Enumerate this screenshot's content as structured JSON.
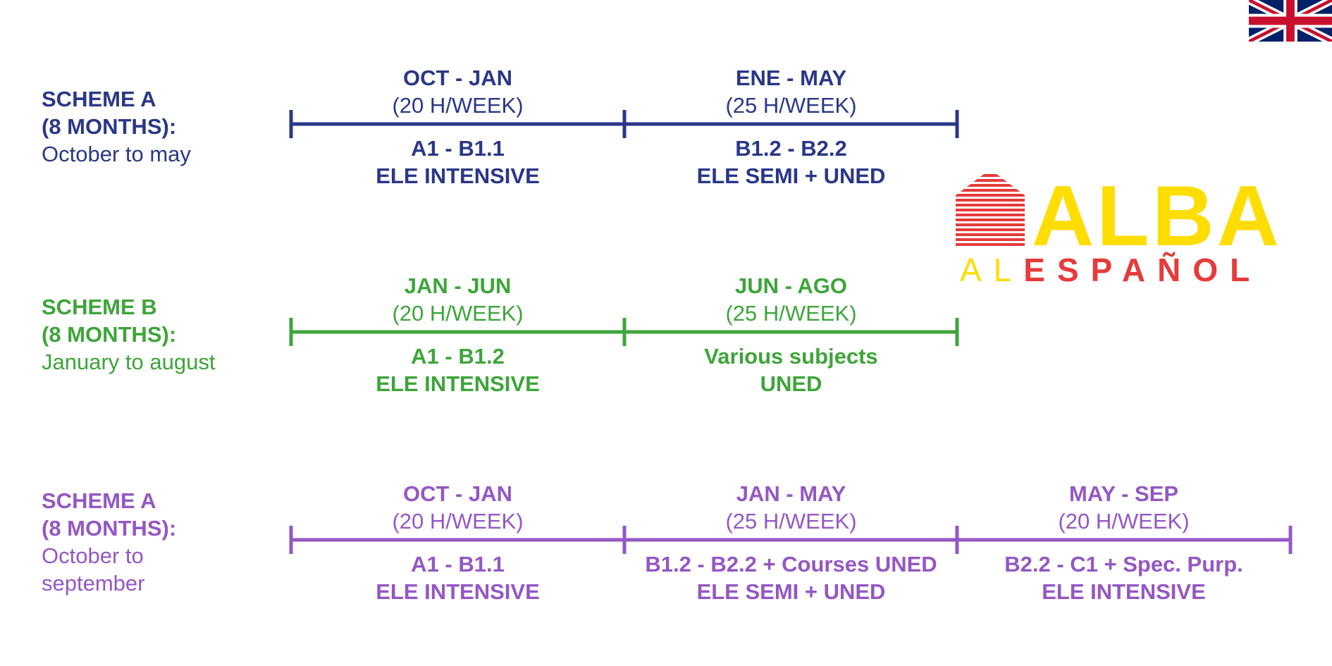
{
  "flag": {
    "icon": "union-jack-flag-icon"
  },
  "logo": {
    "icon": "striped-building-logo-icon",
    "main_text": "ALBA",
    "sub_text_prefix": "AL",
    "sub_text_main": "ESPAÑOL",
    "colors": {
      "yellow": "#FFDD00",
      "red": "#E63B3B"
    }
  },
  "schemes": [
    {
      "color": "#2A3788",
      "name": "SCHEME A",
      "duration": "(8 MONTHS):",
      "range": "October to may",
      "periods": [
        {
          "months": "OCT - JAN",
          "hours": "(20 H/WEEK)",
          "level": "A1 - B1.1",
          "course": "ELE INTENSIVE"
        },
        {
          "months": "ENE - MAY",
          "hours": "(25 H/WEEK)",
          "level": "B1.2 - B2.2",
          "course": "ELE SEMI + UNED"
        }
      ]
    },
    {
      "color": "#3DA53A",
      "name": "SCHEME B",
      "duration": "(8 MONTHS):",
      "range": "January to august",
      "periods": [
        {
          "months": "JAN - JUN",
          "hours": "(20 H/WEEK)",
          "level": "A1 - B1.2",
          "course": "ELE INTENSIVE"
        },
        {
          "months": "JUN - AGO",
          "hours": "(25 H/WEEK)",
          "level": "Various subjects",
          "course": "UNED"
        }
      ]
    },
    {
      "color": "#9457C4",
      "name": "SCHEME A",
      "duration": "(8 MONTHS):",
      "range_line1": "October to",
      "range_line2": "september",
      "periods": [
        {
          "months": "OCT - JAN",
          "hours": "(20 H/WEEK)",
          "level": "A1 - B1.1",
          "course": "ELE INTENSIVE"
        },
        {
          "months": "JAN - MAY",
          "hours": "(25 H/WEEK)",
          "level": "B1.2 - B2.2 + Courses UNED",
          "course": "ELE SEMI + UNED"
        },
        {
          "months": "MAY - SEP",
          "hours": "(20 H/WEEK)",
          "level": "B2.2 - C1 + Spec. Purp.",
          "course": "ELE INTENSIVE"
        }
      ]
    }
  ]
}
